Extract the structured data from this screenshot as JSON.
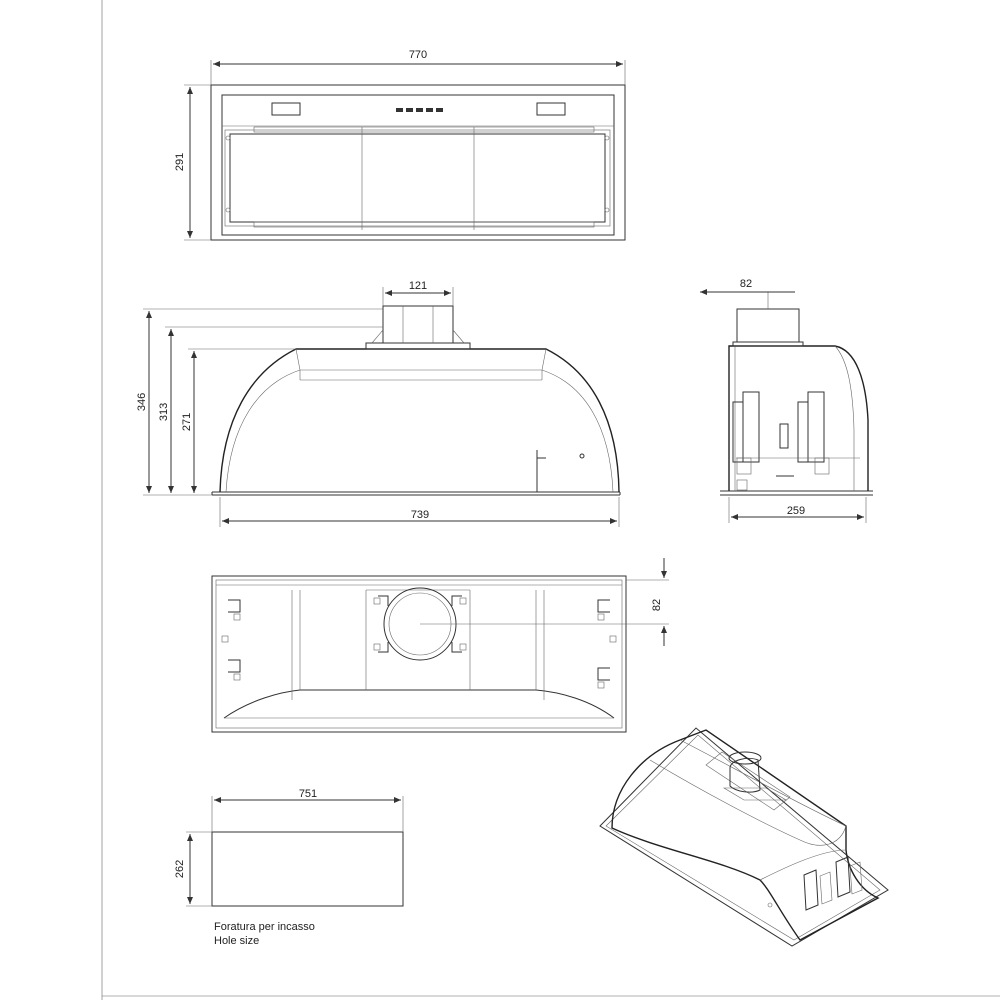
{
  "dimensions": {
    "front_width": "770",
    "front_height": "291",
    "side_duct": "121",
    "side_total_height": "346",
    "side_mid_height": "313",
    "side_body_height": "271",
    "side_base_width": "739",
    "end_duct_offset": "82",
    "end_depth": "259",
    "bottom_duct_offset": "82",
    "cutout_width": "751",
    "cutout_height": "262"
  },
  "caption": {
    "line1": "Foratura per incasso",
    "line2": "Hole size"
  }
}
